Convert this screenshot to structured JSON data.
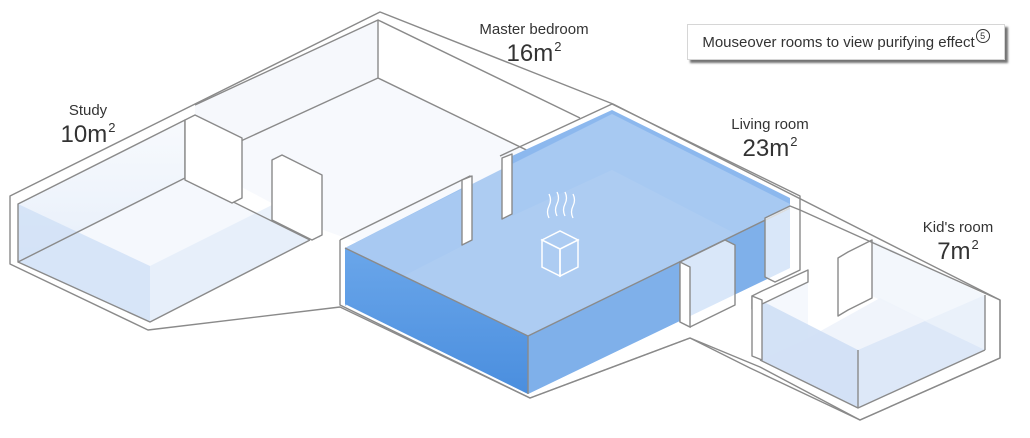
{
  "hint": {
    "text": "Mouseover rooms to view purifying effect",
    "note_mark": "5"
  },
  "rooms": [
    {
      "name": "Study",
      "area_value": "10m",
      "area_sup": "2",
      "active": false
    },
    {
      "name": "Master bedroom",
      "area_value": "16m",
      "area_sup": "2",
      "active": false
    },
    {
      "name": "Living room",
      "area_value": "23m",
      "area_sup": "2",
      "active": true
    },
    {
      "name": "Kid's room",
      "area_value": "7m",
      "area_sup": "2",
      "active": false
    }
  ],
  "colors": {
    "active_fill": "#4a90e2",
    "idle_fill": "#d9e6f8",
    "wall": "#8a8a8a"
  },
  "device": {
    "icon": "air-purifier-icon"
  }
}
